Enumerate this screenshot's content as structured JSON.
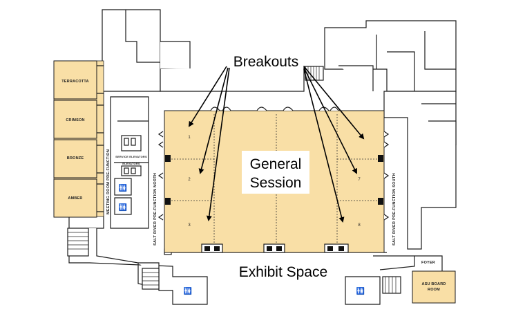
{
  "callouts": {
    "breakouts": "Breakouts",
    "general_session_line1": "General",
    "general_session_line2": "Session",
    "exhibit_space": "Exhibit Space"
  },
  "meeting_rooms": [
    {
      "label": "TERRACOTTA"
    },
    {
      "label": "CRIMSON"
    },
    {
      "label": "BRONZE"
    },
    {
      "label": "AMBER"
    }
  ],
  "ballroom_sections": [
    "1",
    "2",
    "3",
    "7",
    "8"
  ],
  "labels": {
    "meeting_room_prefunction": "MEETING ROOM PRE-FUNCTION",
    "salt_river_north": "SALT RIVER PRE-FUNCTION NORTH",
    "salt_river_south": "SALT RIVER PRE-FUNCTION SOUTH",
    "service_elevators": "SERVICE ELEVATORS",
    "elevators": "ELEVATORS",
    "foyer": "FOYER",
    "asu_board_room_line1": "ASU BOARD",
    "asu_board_room_line2": "ROOM"
  },
  "icons": [
    "restroom-icon"
  ],
  "colors": {
    "room_fill": "#f9dfa6",
    "wall_stroke": "#1a1a1a",
    "background": "#ffffff"
  }
}
